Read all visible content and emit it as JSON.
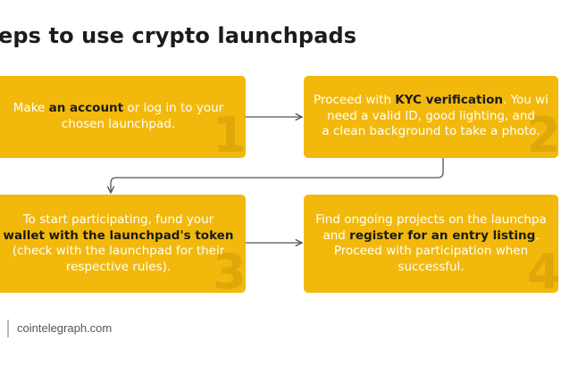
{
  "title": "eps to use crypto launchpads",
  "steps": [
    {
      "number": "1",
      "lines": [
        [
          {
            "t": "Make "
          },
          {
            "t": "an account",
            "hl": true
          },
          {
            "t": " or log in to your"
          }
        ],
        [
          {
            "t": "chosen launchpad."
          }
        ]
      ]
    },
    {
      "number": "2",
      "lines": [
        [
          {
            "t": "Proceed with "
          },
          {
            "t": "KYC verification",
            "hl": true
          },
          {
            "t": ". You wi"
          }
        ],
        [
          {
            "t": "need a valid ID, good lighting, and"
          }
        ],
        [
          {
            "t": "a clean background to take a photo."
          }
        ]
      ]
    },
    {
      "number": "3",
      "lines": [
        [
          {
            "t": "To start participating, fund your"
          }
        ],
        [
          {
            "t": "wallet with the launchpad's token",
            "hl": true
          }
        ],
        [
          {
            "t": "(check with the launchpad for their"
          }
        ],
        [
          {
            "t": "respective rules)."
          }
        ]
      ]
    },
    {
      "number": "4",
      "lines": [
        [
          {
            "t": "Find ongoing projects on the launchpa"
          }
        ],
        [
          {
            "t": "and "
          },
          {
            "t": "register for an entry listing",
            "hl": true
          },
          {
            "t": "."
          }
        ],
        [
          {
            "t": "Proceed with participation when"
          }
        ],
        [
          {
            "t": "successful."
          }
        ]
      ]
    }
  ],
  "source": "cointelegraph.com",
  "colors": {
    "box": "#f2b90c",
    "box_text": "#ffffff",
    "highlight_text": "#1a1a1a",
    "connector": "#555555"
  }
}
